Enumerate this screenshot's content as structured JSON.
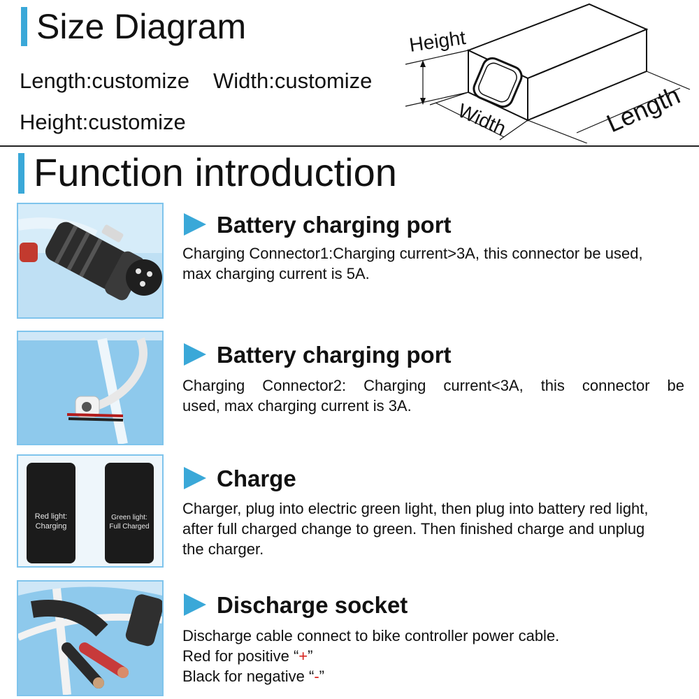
{
  "size_section": {
    "title": "Size Diagram",
    "length": "Length:customize",
    "width": "Width:customize",
    "height": "Height:customize",
    "diagram_labels": {
      "height": "Height",
      "width": "Width",
      "length": "Length"
    }
  },
  "function_section": {
    "title": "Function introduction",
    "items": [
      {
        "title": "Battery charging port",
        "lines": [
          "Charging Connector1:Charging current>3A,  this connector be used,",
          "max charging current is 5A."
        ]
      },
      {
        "title": "Battery charging port",
        "lines": [
          "Charging Connector2: Charging current<3A,  this connector be",
          "used, max charging current is 3A."
        ]
      },
      {
        "title": "Charge",
        "lines": [
          "Charger, plug into electric green light, then plug into battery red light,",
          "after full charged change to green. Then finished charge and unplug",
          "the charger."
        ],
        "image_labels": {
          "left_line1": "Red light:",
          "left_line2": "Charging",
          "right_line1": "Green light:",
          "right_line2": "Full Charged"
        }
      },
      {
        "title": "Discharge socket",
        "line1": "Discharge cable connect to bike controller power cable.",
        "line2_prefix": "Red for positive “",
        "line2_symbol": "+",
        "line2_suffix": "”",
        "line3_prefix": "Black for negative “",
        "line3_symbol": "-",
        "line3_suffix": "”"
      }
    ]
  },
  "colors": {
    "accent": "#3aa8d8",
    "positive": "#d8231e",
    "negative": "#d8231e",
    "thumb_border": "#7fc4ec"
  }
}
